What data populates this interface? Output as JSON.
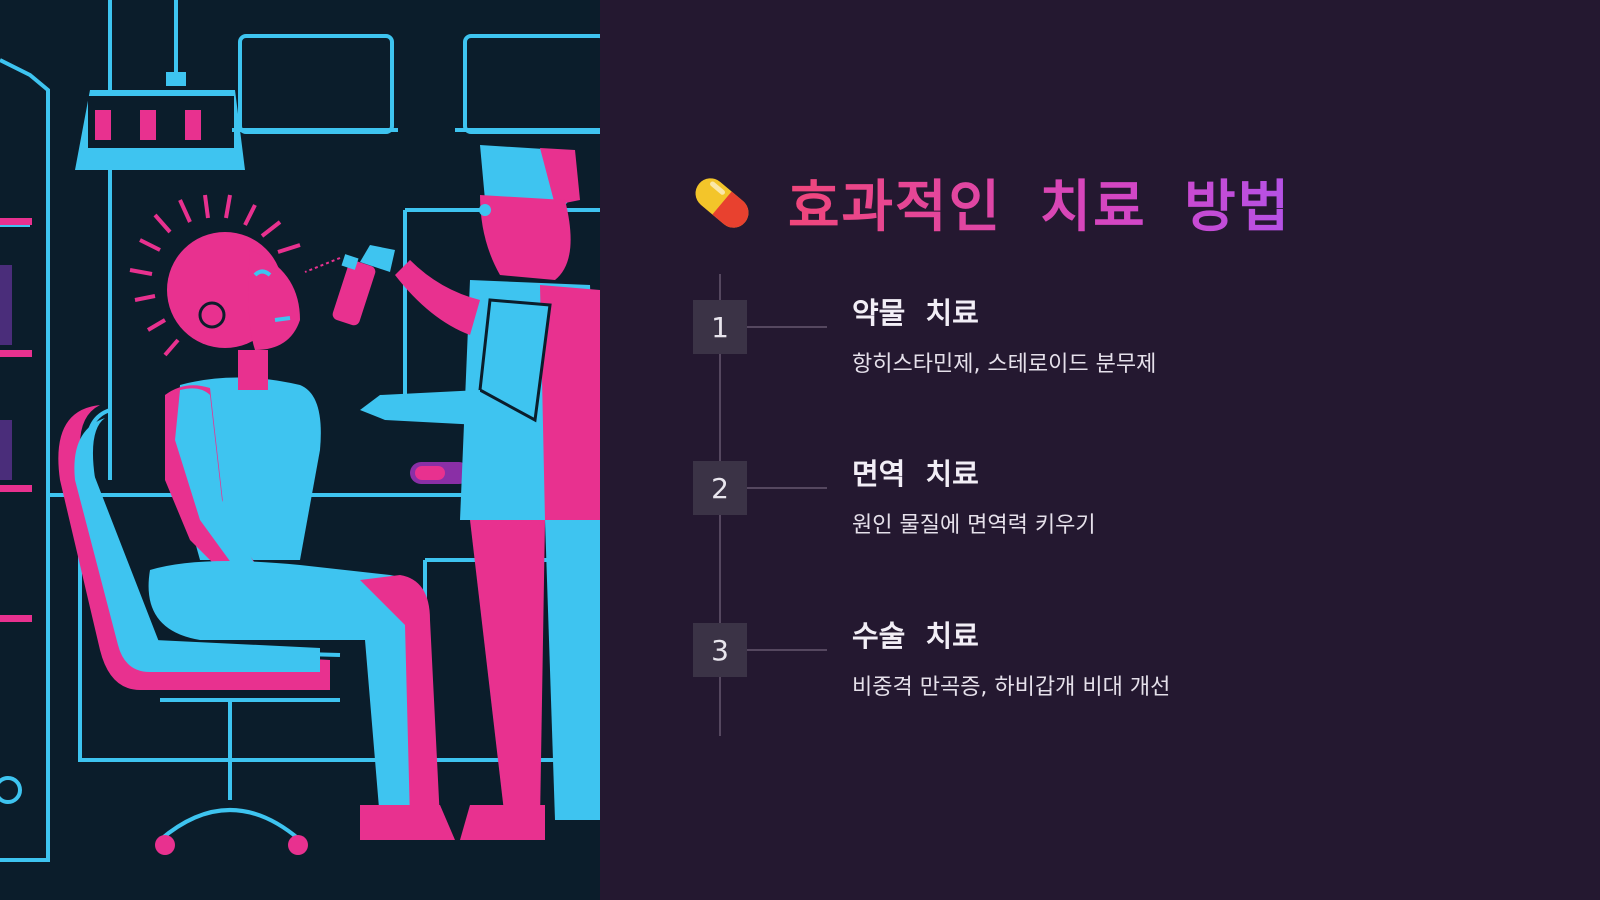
{
  "title": "효과적인 치료 방법",
  "title_icon": "pill-icon",
  "colors": {
    "background": "#241830",
    "illustration_background": "#0b1d2b",
    "accent_pink": "#e8318f",
    "accent_cyan": "#3ec4f0",
    "title_gradient_start": "#f0467a",
    "title_gradient_end": "#b452e6"
  },
  "steps": [
    {
      "number": "1",
      "title": "약물 치료",
      "description": "항히스타민제, 스테로이드 분무제"
    },
    {
      "number": "2",
      "title": "면역 치료",
      "description": "원인 물질에 면역력 키우기"
    },
    {
      "number": "3",
      "title": "수술 치료",
      "description": "비중격 만곡증, 하비갑개 비대 개선"
    }
  ]
}
